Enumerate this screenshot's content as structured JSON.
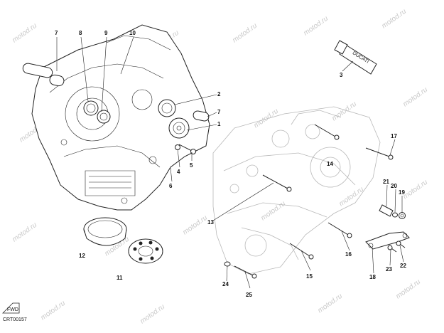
{
  "diagram": {
    "callouts": [
      "7",
      "8",
      "9",
      "10",
      "2",
      "7",
      "1",
      "5",
      "4",
      "6",
      "3",
      "17",
      "14",
      "21",
      "20",
      "19",
      "13",
      "16",
      "18",
      "23",
      "22",
      "12",
      "11",
      "15",
      "24",
      "25"
    ],
    "drawing_code": "CRT00157",
    "watermark": "motod.ru",
    "tube_brand": "DUCATI",
    "corner_badge": "FWD"
  }
}
